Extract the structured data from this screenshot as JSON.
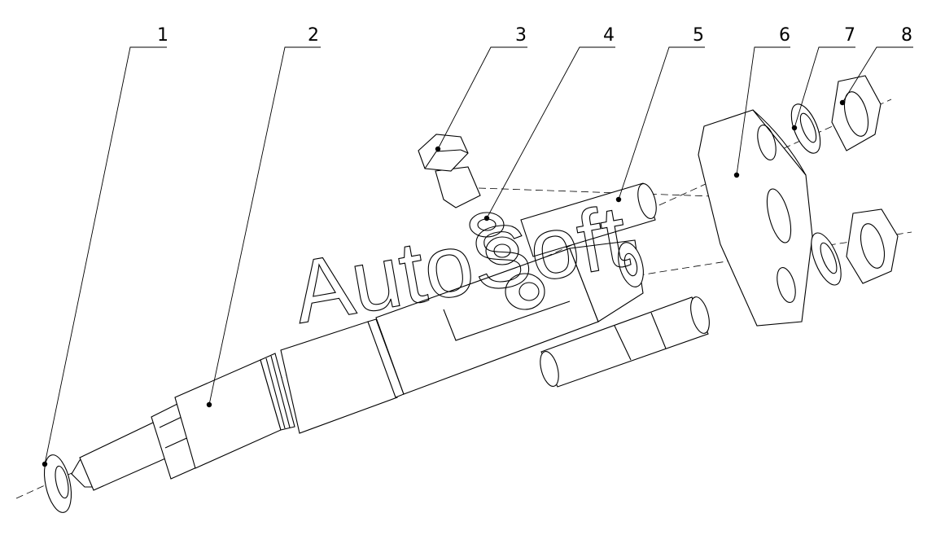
{
  "watermark": "AutoSoft",
  "callouts": [
    {
      "number": "1",
      "part": "nozzle-washer"
    },
    {
      "number": "2",
      "part": "injector-body"
    },
    {
      "number": "3",
      "part": "banjo-bolt"
    },
    {
      "number": "4",
      "part": "sealing-washer"
    },
    {
      "number": "5",
      "part": "stud"
    },
    {
      "number": "6",
      "part": "mounting-flange"
    },
    {
      "number": "7",
      "part": "spring-washer"
    },
    {
      "number": "8",
      "part": "hex-nut"
    }
  ]
}
